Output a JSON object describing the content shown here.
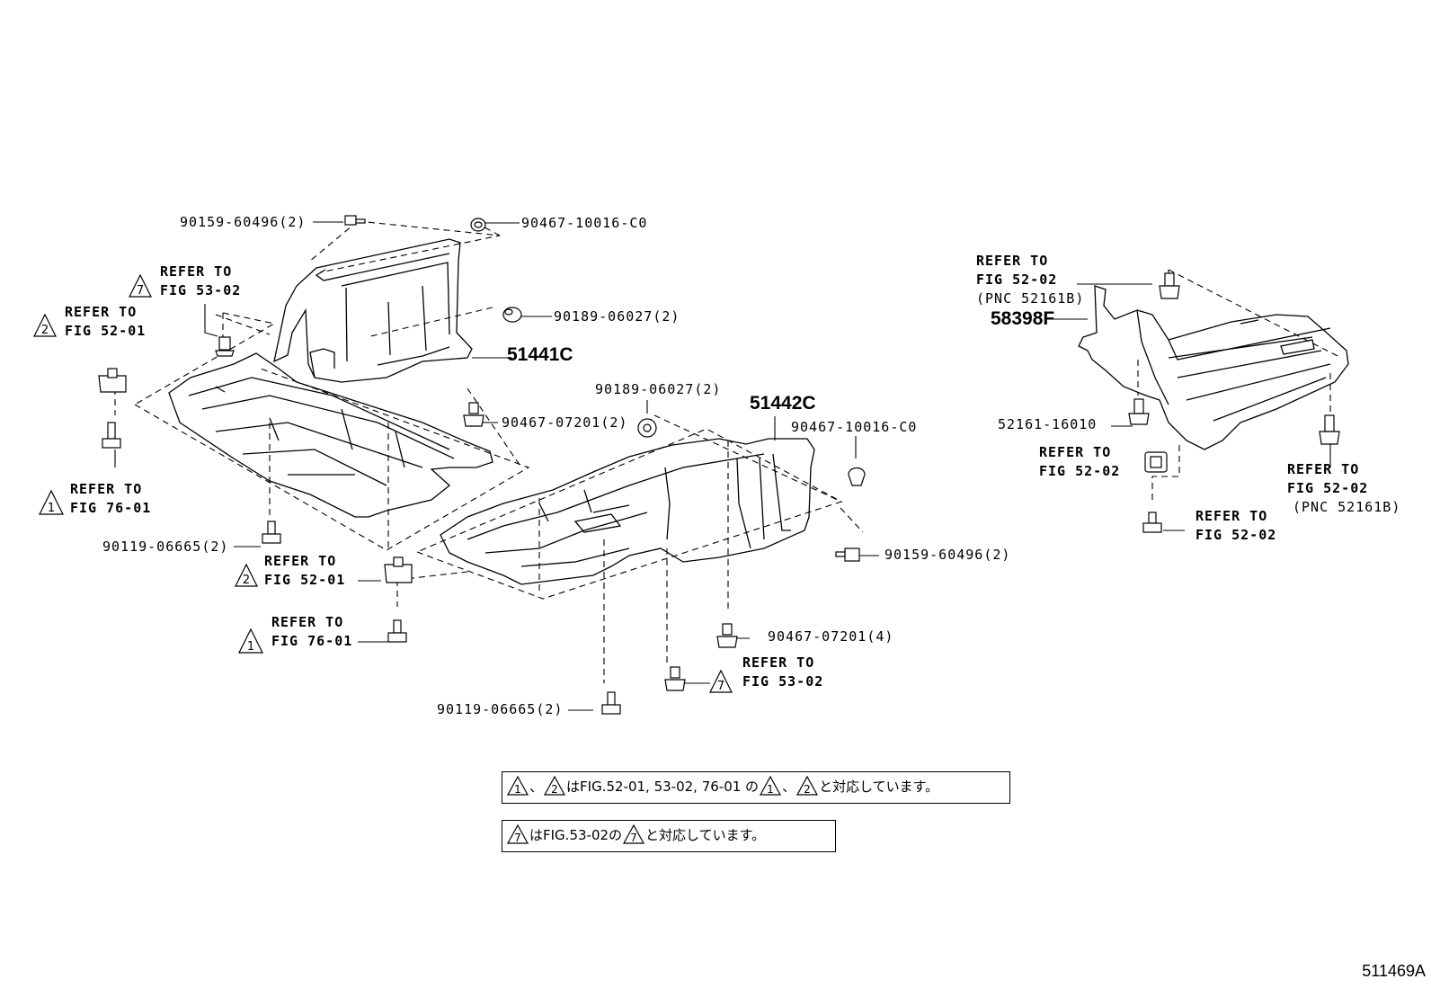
{
  "parts": {
    "bolt_90159_top": "90159-60496(2)",
    "clip_90467_10016_top": "90467-10016-C0",
    "nut_90189_top": "90189-06027(2)",
    "part_51441c": "51441C",
    "clip_90467_07201_a": "90467-07201(2)",
    "bolt_90119_left": "90119-06665(2)",
    "nut_90189_mid": "90189-06027(2)",
    "part_51442c": "51442C",
    "clip_90467_10016_mid": "90467-10016-C0",
    "bolt_90159_mid": "90159-60496(2)",
    "clip_90467_07201_b": "90467-07201(4)",
    "bolt_90119_bottom": "90119-06665(2)",
    "part_58398f": "58398F",
    "clip_52161_16010": "52161-16010"
  },
  "refers": {
    "r7_top": {
      "num": "7",
      "line1": "REFER TO",
      "line2": "FIG 53-02"
    },
    "r2_left": {
      "num": "2",
      "line1": "REFER TO",
      "line2": "FIG 52-01"
    },
    "r1_left": {
      "num": "1",
      "line1": "REFER TO",
      "line2": "FIG 76-01"
    },
    "r2_mid": {
      "num": "2",
      "line1": "REFER TO",
      "line2": "FIG 52-01"
    },
    "r1_mid": {
      "num": "1",
      "line1": "REFER TO",
      "line2": "FIG 76-01"
    },
    "r7_bottom": {
      "num": "7",
      "line1": "REFER TO",
      "line2": "FIG 53-02"
    },
    "rr_top": {
      "line1": "REFER TO",
      "line2": "FIG 52-02",
      "line3": "(PNC 52161B)"
    },
    "rr_mid": {
      "line1": "REFER TO",
      "line2": "FIG 52-02"
    },
    "rr_right": {
      "line1": "REFER TO",
      "line2": "FIG 52-02",
      "line3": "(PNC 52161B)"
    },
    "rr_bottom": {
      "line1": "REFER TO",
      "line2": "FIG 52-02"
    }
  },
  "notes": {
    "note1": {
      "sep": "、",
      "text_a": "はFIG.52-01, 53-02, 76-01 の",
      "sep2": "、",
      "text_b": "と対応しています。"
    },
    "note2": {
      "text_a": "はFIG.53-02の",
      "text_b": "と対応しています。"
    },
    "tri1": "1",
    "tri2": "2",
    "tri7": "7"
  },
  "figure_code": "511469A"
}
